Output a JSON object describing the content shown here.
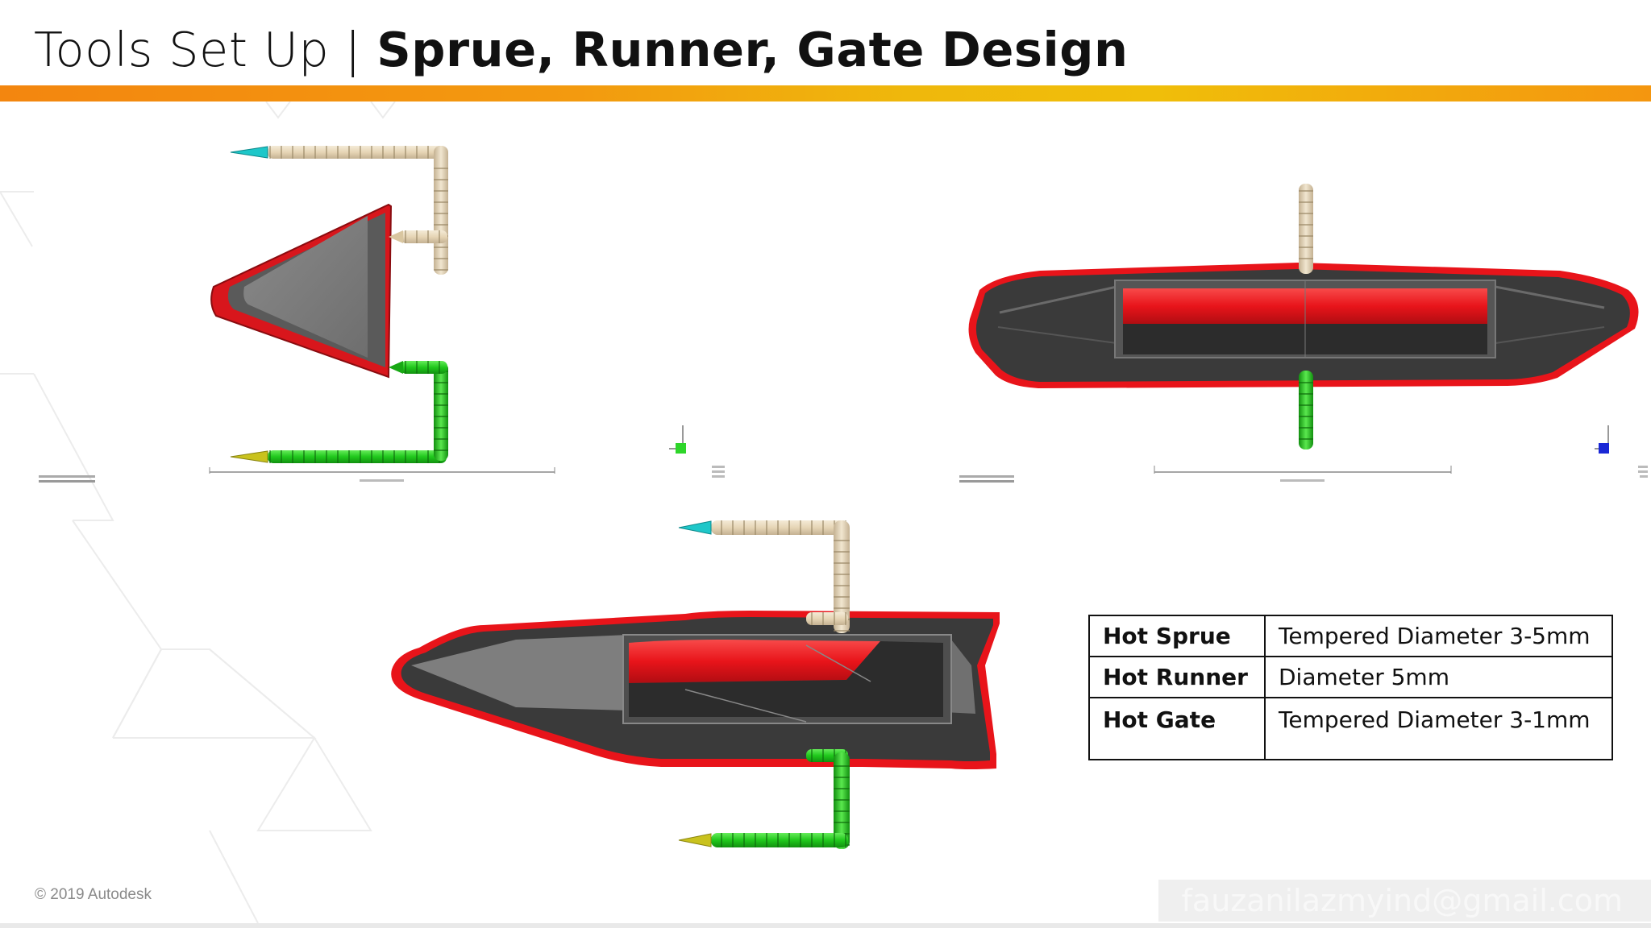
{
  "slide": {
    "title_light": "Tools Set Up | ",
    "title_bold": "Sprue, Runner, Gate Design",
    "copyright": "© 2019 Autodesk",
    "watermark": "fauzanilazmyind@gmail.com"
  },
  "spec_table": {
    "rows": [
      {
        "param": "Hot Sprue",
        "value": "Tempered Diameter 3-5mm"
      },
      {
        "param": "Hot Runner",
        "value": "Diameter 5mm"
      },
      {
        "param": "Hot Gate",
        "value": "Tempered Diameter 3-1mm"
      }
    ]
  },
  "colors": {
    "accent_orange": "#f3860f",
    "accent_yellow": "#f0be0a",
    "sprue_tan": "#e6d5b5",
    "runner_green": "#22c81e",
    "part_red": "#e8141a",
    "part_dark": "#3a3a3a",
    "injection_cyan": "#1ec7c9",
    "injection_yellow": "#c9c21e"
  },
  "icons": [
    "axis-triad-icon",
    "injection-cone-icon"
  ]
}
